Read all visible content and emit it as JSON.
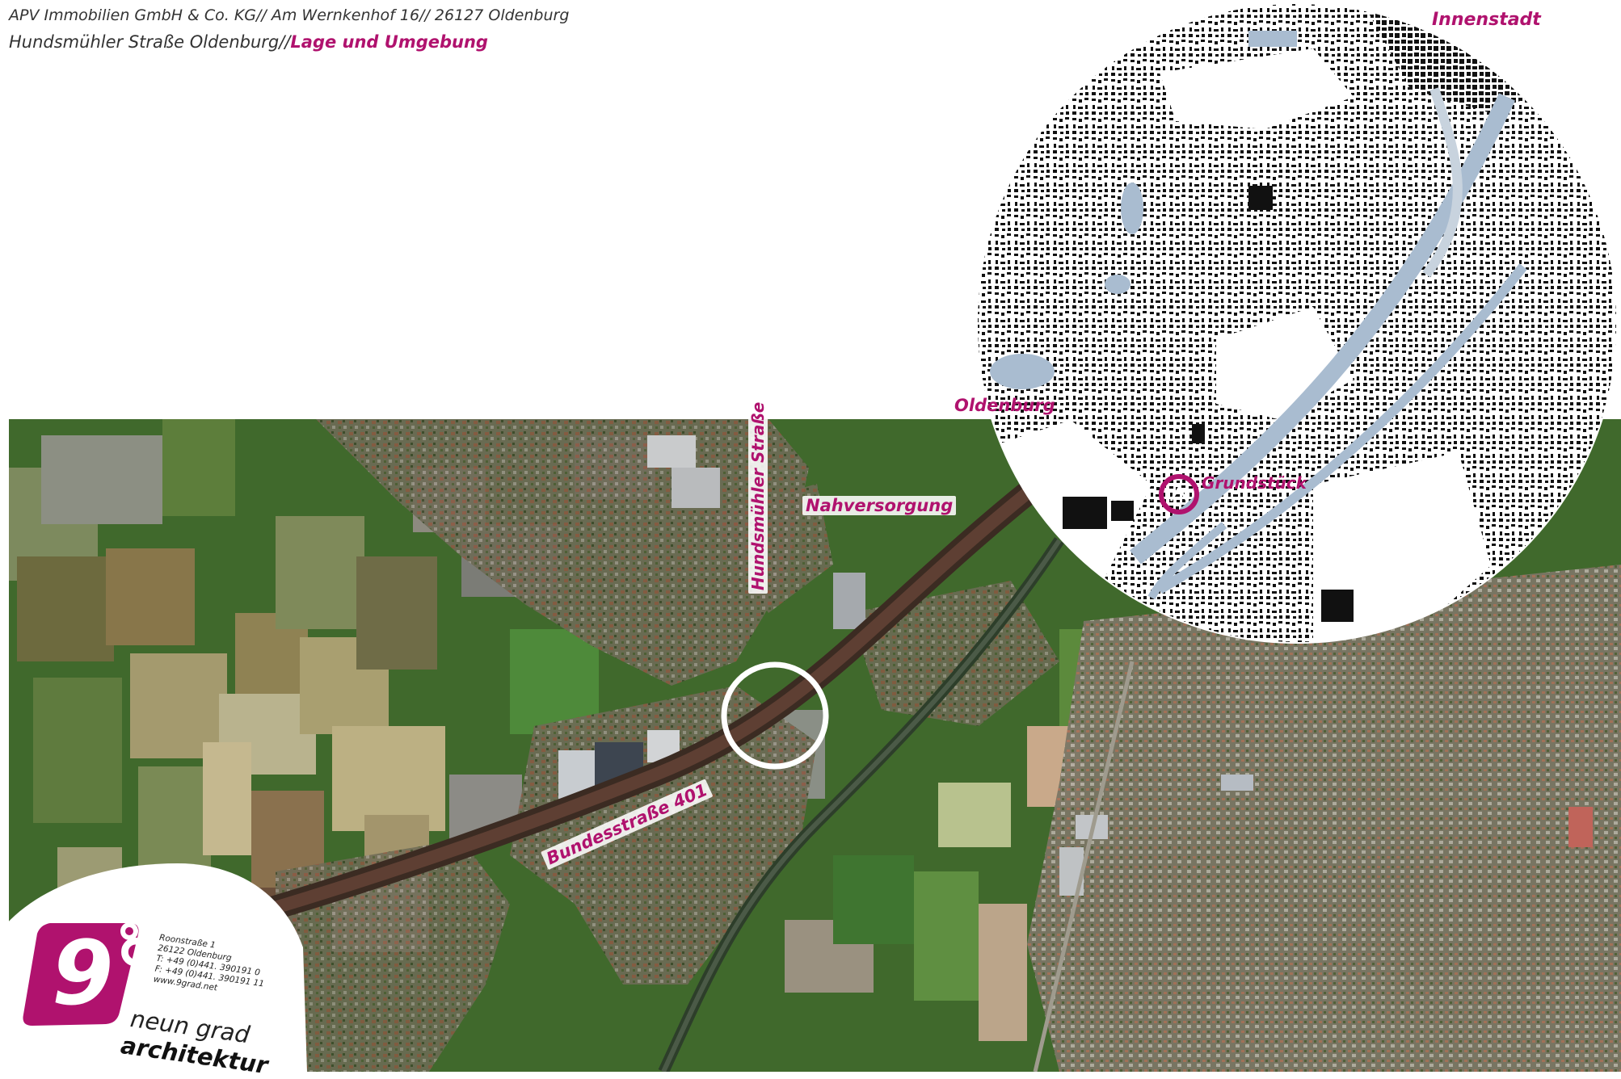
{
  "header": {
    "line1": "APV Immobilien GmbH & Co. KG// Am Wernkenhof 16// 26127 Oldenburg",
    "line2_prefix": "Hundsmühler Straße Oldenburg//",
    "line2_accent": "Lage und Umgebung"
  },
  "labels": {
    "innenstadt": "Innenstadt",
    "oldenburg": "Oldenburg",
    "grundstueck": "Grundstück",
    "hundsmuehler": "Hundsmühler Straße",
    "nahversorgung": "Nahversorgung",
    "bundesstrasse": "Bundesstraße 401"
  },
  "logo": {
    "symbol": "9°",
    "address_line1": "Roonstraße 1",
    "address_line2": "26122 Oldenburg",
    "phone": "T: +49 (0)441. 390191 0",
    "fax": "F: +49 (0)441. 390191 11",
    "web": "www.9grad.net",
    "brand_line1": "neun grad",
    "brand_line2": "architektur"
  },
  "colors": {
    "accent": "#b0126e",
    "field_dark": "#2f5a24",
    "field_mid": "#4d7a33",
    "field_light": "#8aa063",
    "urban": "#6e6b56",
    "road": "#3b2b22",
    "water": "#a9bcd0"
  }
}
